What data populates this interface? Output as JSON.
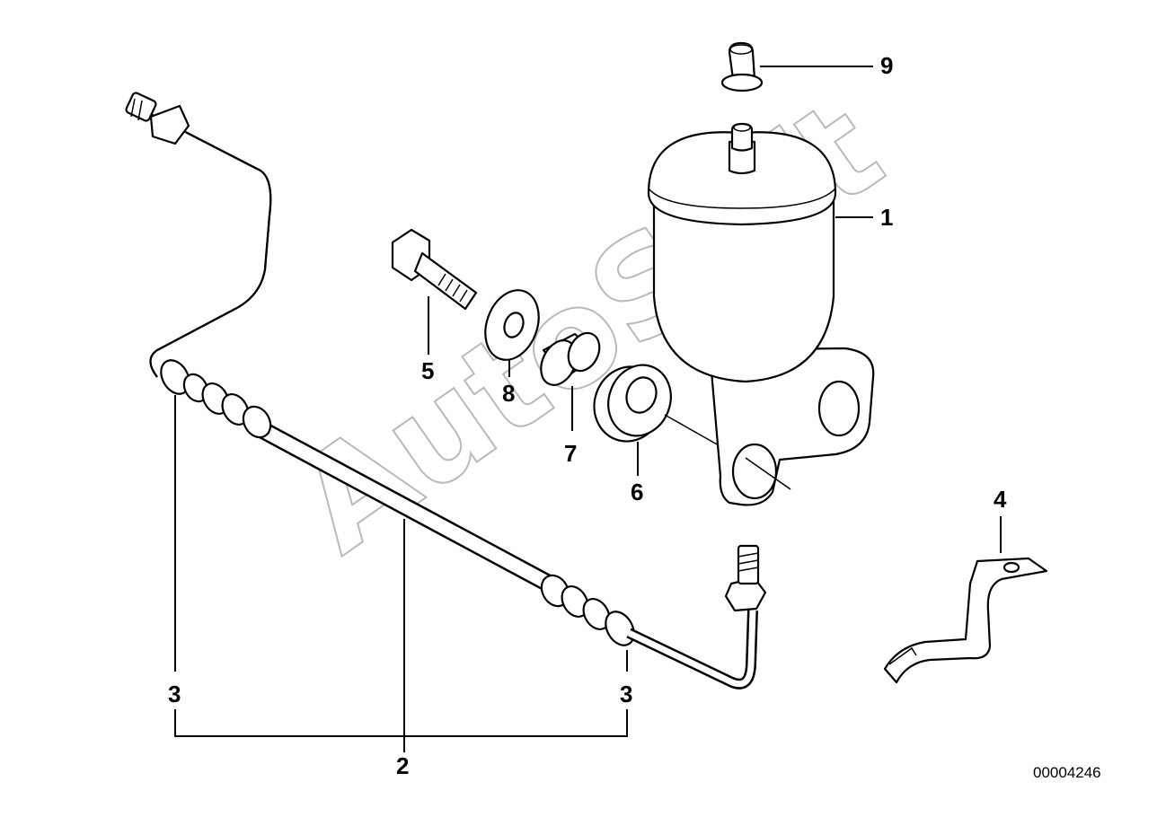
{
  "diagram_code": "00004246",
  "watermark": "AutoSoft",
  "callouts": {
    "c1": "1",
    "c2": "2",
    "c3a": "3",
    "c3b": "3",
    "c4": "4",
    "c5": "5",
    "c6": "6",
    "c7": "7",
    "c8": "8",
    "c9": "9"
  }
}
